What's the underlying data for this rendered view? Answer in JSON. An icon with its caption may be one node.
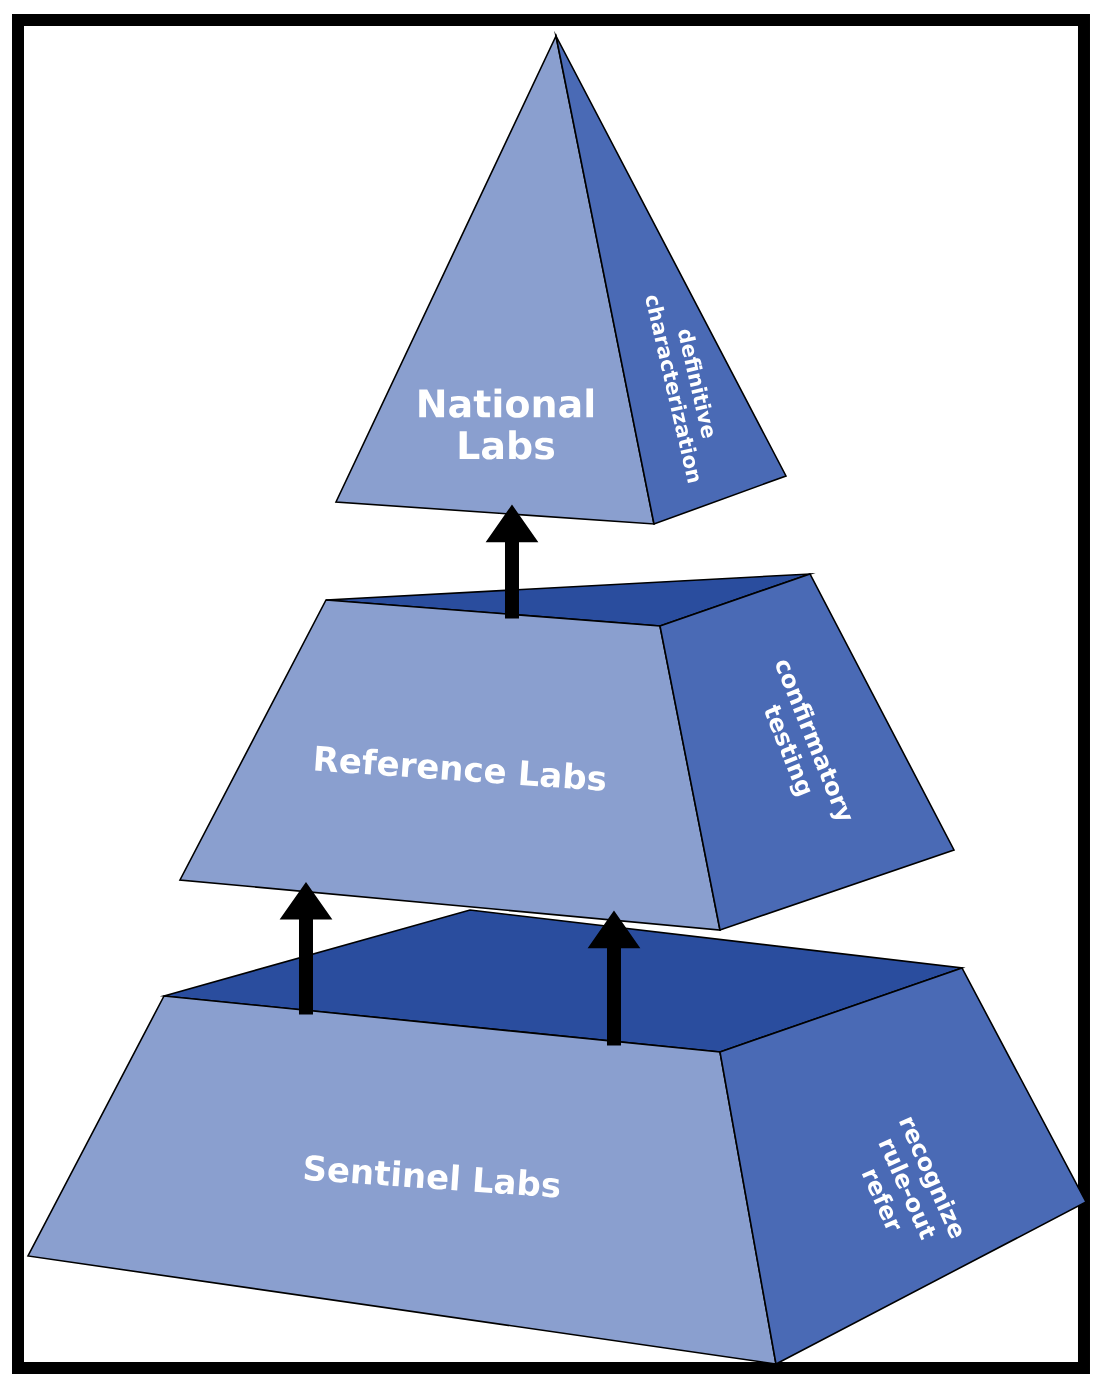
{
  "diagram": {
    "nodes": [
      {
        "text": [
          "National Labs",
          "definitive characterization"
        ]
      },
      {
        "text": [
          "Reference Labs",
          "confirmatory testing"
        ]
      },
      {
        "text": [
          "Sentinel Labs",
          "recognize rule-out refer"
        ]
      }
    ],
    "edges": [
      {
        "from": 1,
        "to": 0,
        "arrow": "to"
      },
      {
        "from": 2,
        "to": 1,
        "arrow": "to"
      },
      {
        "from": 2,
        "to": 1,
        "arrow": "to"
      }
    ]
  }
}
